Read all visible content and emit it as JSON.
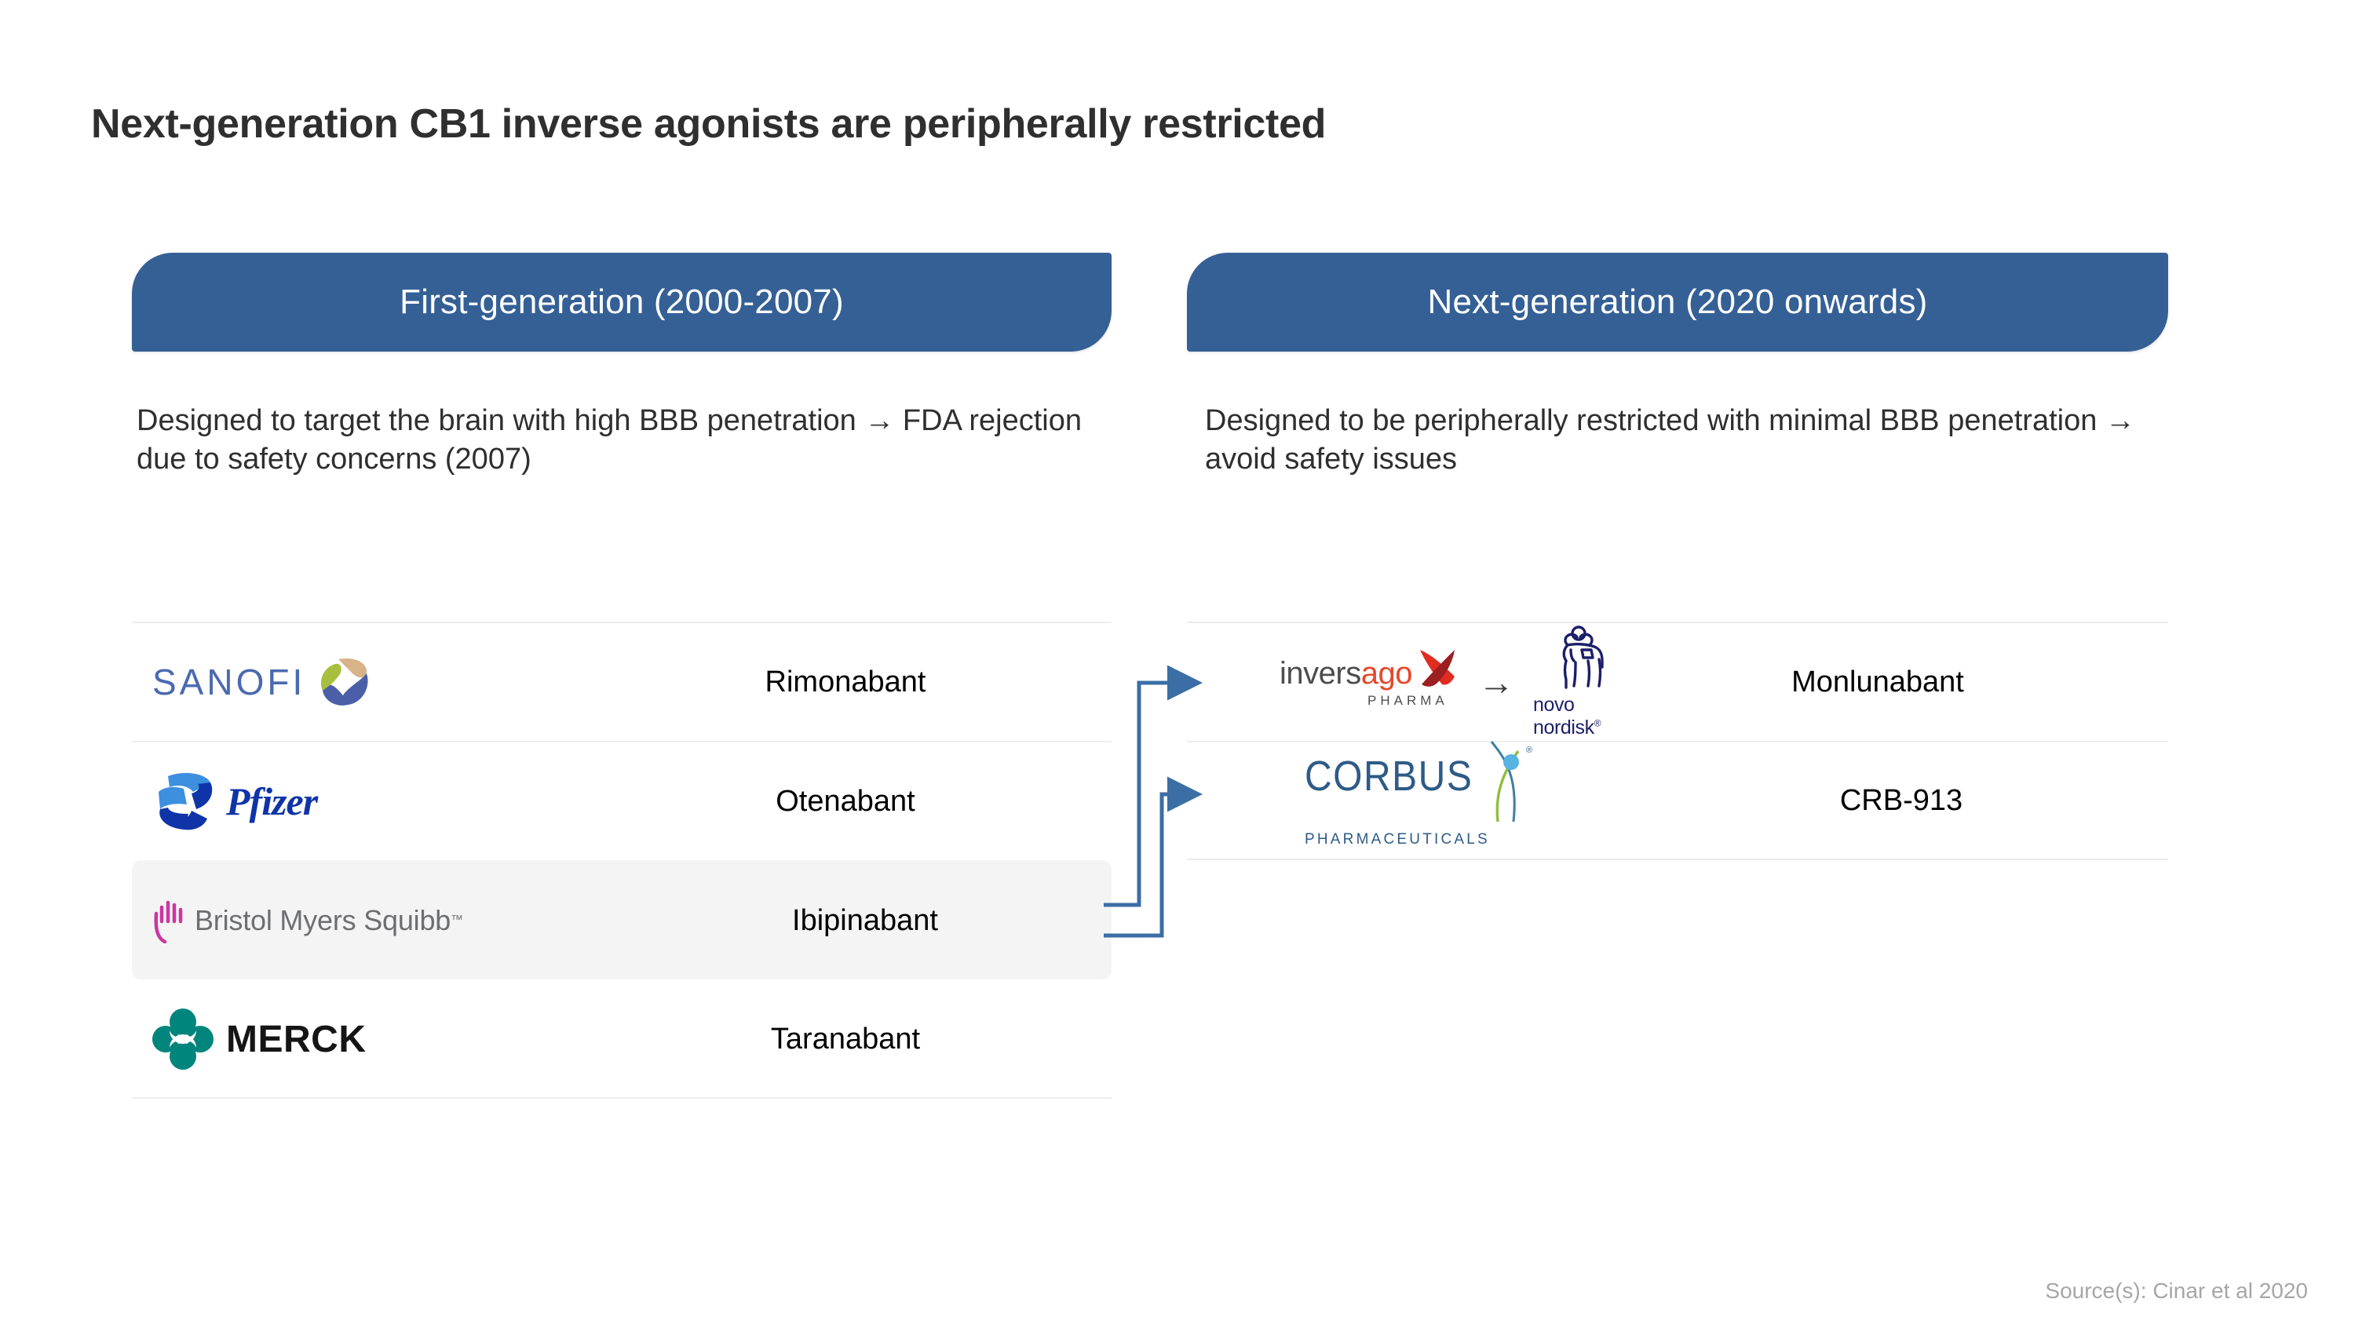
{
  "title": "Next-generation CB1 inverse agonists are peripherally restricted",
  "columns": {
    "left": {
      "banner_label": "First-generation (2000-2007)",
      "description": "Designed to target the brain with high BBB penetration → FDA rejection due to safety concerns (2007)",
      "rows": [
        {
          "company": "SANOFI",
          "drug": "Rimonabant",
          "highlighted": false
        },
        {
          "company": "Pfizer",
          "drug": "Otenabant",
          "highlighted": false
        },
        {
          "company": "Bristol Myers Squibb",
          "drug": "Ibipinabant",
          "highlighted": true
        },
        {
          "company": "MERCK",
          "drug": "Taranabant",
          "highlighted": false
        }
      ]
    },
    "right": {
      "banner_label": "Next-generation (2020 onwards)",
      "description": "Designed to be peripherally restricted with minimal BBB penetration → avoid safety issues",
      "rows": [
        {
          "company": "inversago PHARMA",
          "acquirer": "novo nordisk",
          "transition_arrow": "→",
          "drug": "Monlunabant",
          "highlighted": false
        },
        {
          "company": "CORBUS PHARMACEUTICALS",
          "drug": "CRB-913",
          "highlighted": false
        }
      ]
    }
  },
  "logos": {
    "sanofi": {
      "word": "SANOFI",
      "text_color": "#4a6ab0",
      "swirl_tan": "#d8b38a",
      "swirl_blue": "#4a5fa8",
      "swirl_green": "#a8bf3e"
    },
    "pfizer": {
      "word": "Pfizer",
      "text_color": "#0f34a8",
      "mark_light": "#3d8fe0",
      "mark_dark": "#0f34a8"
    },
    "bms": {
      "word": "Bristol Myers Squibb",
      "tm": "™",
      "text_color": "#6d6e71",
      "mark_color": "#cc36a0"
    },
    "merck": {
      "word": "MERCK",
      "text_color": "#151515",
      "mark_color": "#00857c"
    },
    "inversago": {
      "word_dark": "invers",
      "word_accent": "ago",
      "sub": "PHARMA",
      "dark_color": "#4d4d4f",
      "accent_color": "#e8472b",
      "x_color": "#e02d1f",
      "x_color_dark": "#9c1f21"
    },
    "novo_nordisk": {
      "word": "novo nordisk",
      "registered": "®",
      "color": "#1b1f69"
    },
    "corbus": {
      "word": "CORBUS",
      "sub": "PHARMACEUTICALS",
      "registered": "®",
      "text_color": "#2e5b86",
      "swoosh_green": "#8fbe3f",
      "swoosh_blue": "#3f7fa6",
      "dot_color": "#57b3e0"
    }
  },
  "theme": {
    "banner_bg": "#356096",
    "banner_text": "#ffffff",
    "title_color": "#2f2f2f",
    "body_text": "#2f2f2f",
    "row_divider": "#eceded",
    "row_highlight_bg": "#f4f4f4",
    "connector_color": "#3b6ea5",
    "source_color": "#a6a6a6"
  },
  "source": "Source(s): Cinar et al 2020"
}
